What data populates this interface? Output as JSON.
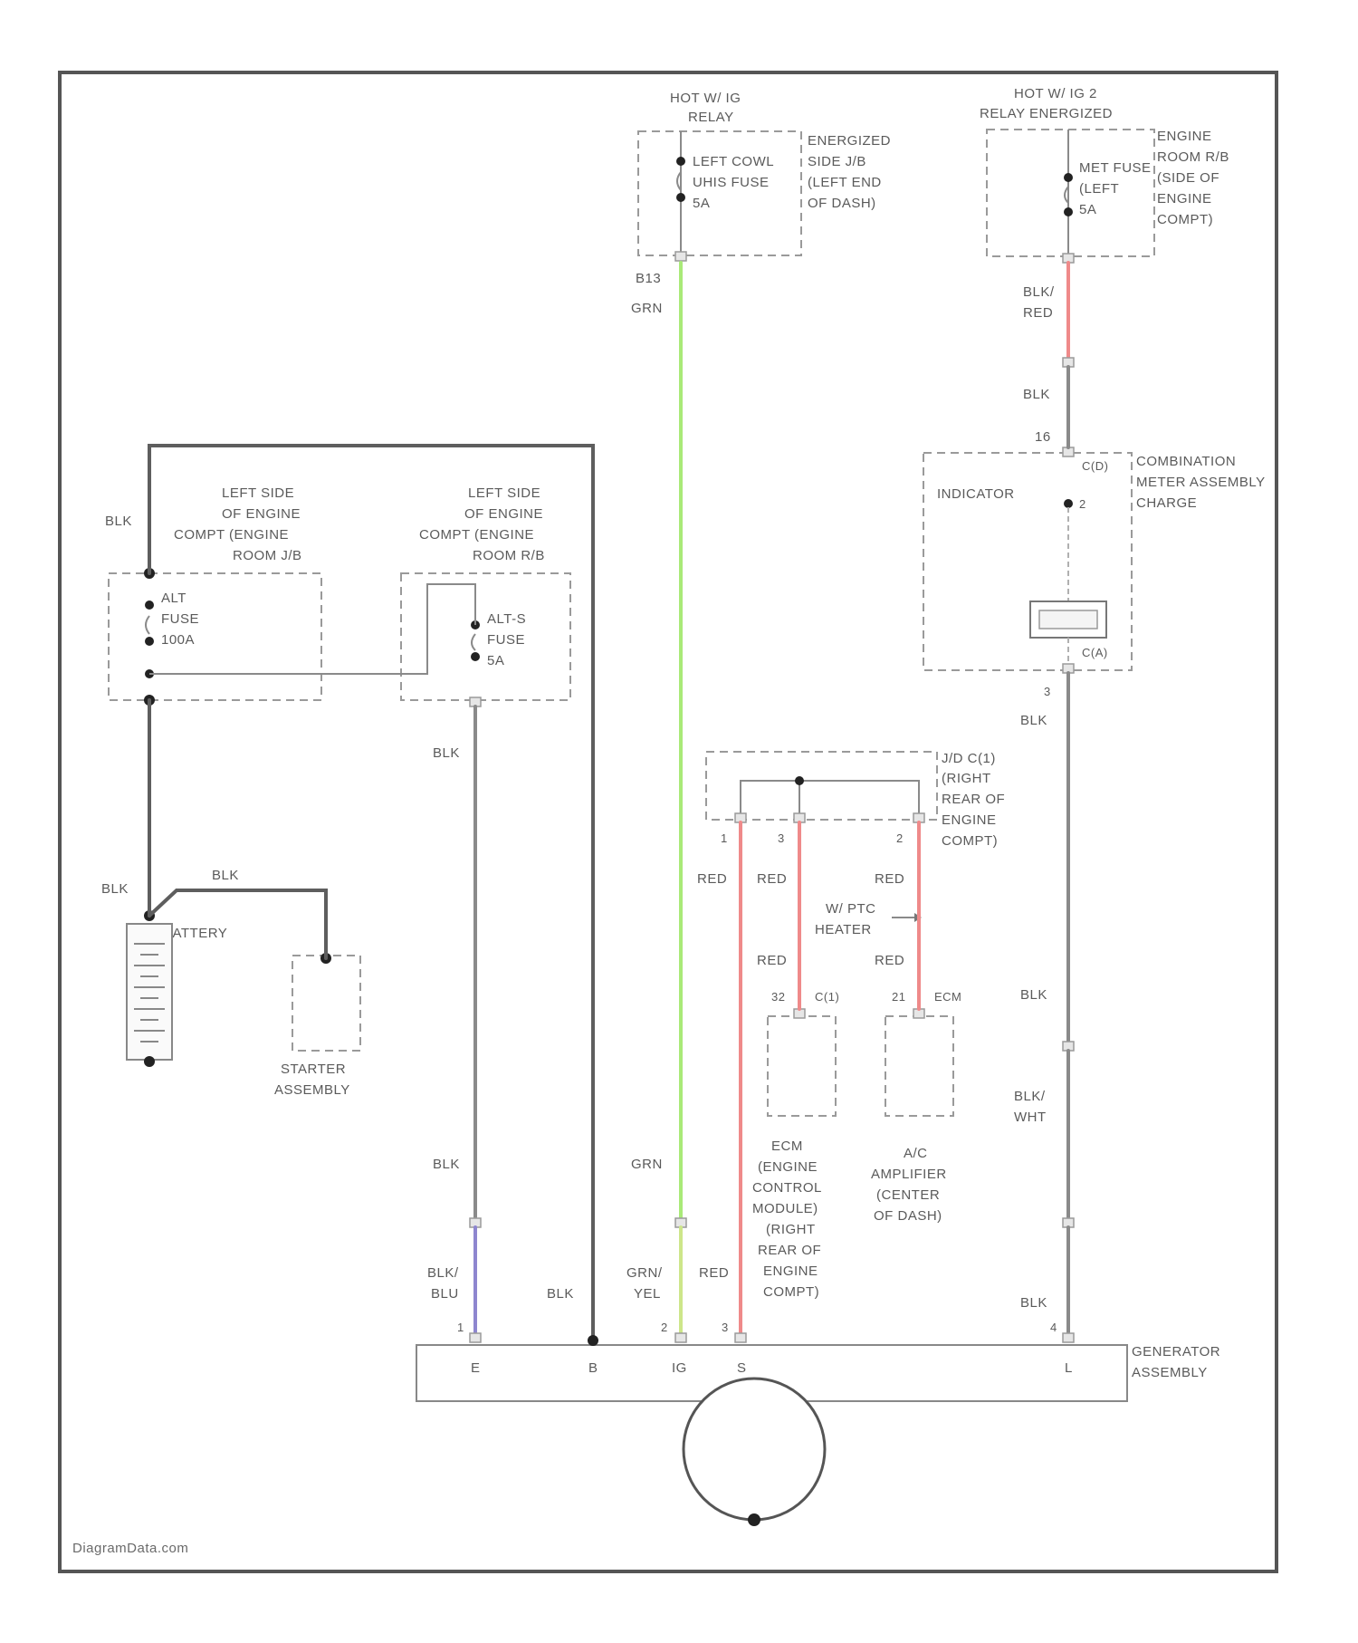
{
  "colors": {
    "frame": "#555555",
    "wire_black": "#8a8a8a",
    "wire_green": "#a9ea78",
    "wire_red": "#ef8a8a",
    "wire_blue": "#8e86cf",
    "dashed_box": "#9a9a9a"
  },
  "labels": {
    "hot_ig": "HOT W/ IG",
    "relay": "RELAY",
    "energized": "ENERGIZED",
    "side_jb": "SIDE J/B",
    "left_end": "(LEFT END",
    "of_dash": "OF DASH)",
    "left_cowl": "LEFT COWL",
    "uhis_fuse": "UHIS FUSE",
    "fuse_5a_1": "5A",
    "pin_b13": "B13",
    "grn_top": "GRN",
    "hot_ig2": "HOT W/ IG 2",
    "relay_energized": "RELAY ENERGIZED",
    "engine": "ENGINE",
    "room_rb": "ROOM R/B",
    "side_of": "(SIDE OF",
    "engine2": "ENGINE",
    "compt": "COMPT)",
    "met_fuse": "MET FUSE",
    "left2": "(LEFT",
    "fuse_5a_2": "5A",
    "blk_red": "BLK/",
    "red": "RED",
    "blk_mid_right": "BLK",
    "pin_16": "16",
    "c_connector": "C(D)",
    "combination": "COMBINATION",
    "meter_assembly": "METER ASSEMBLY",
    "charge": "CHARGE",
    "indicator": "INDICATOR",
    "pin_2": "2",
    "pin_3": "3",
    "c_connector2": "C(A)",
    "blk_under_meter": "BLK",
    "left_side_1": "LEFT SIDE",
    "of_engine_1": "OF ENGINE",
    "compt_engine_1": "COMPT (ENGINE",
    "room_jb": "ROOM J/B",
    "alt_fuse": "ALT",
    "fuse_word": "FUSE",
    "alt_100a": "100A",
    "left_side_2": "LEFT SIDE",
    "of_engine_2": "OF ENGINE",
    "compt_engine_2": "COMPT (ENGINE",
    "room_rb2": "ROOM R/B",
    "alt_s": "ALT-S",
    "fuse_word2": "FUSE",
    "fuse_5a_3": "5A",
    "blk_top_left": "BLK",
    "blk_altS": "BLK",
    "j_connector": "J/D C(1)",
    "right": "(RIGHT",
    "rear_of": "REAR OF",
    "engine_j": "ENGINE",
    "compt_j": "COMPT)",
    "pin_1": "1",
    "pin_3b": "3",
    "pin_2b": "2",
    "red1": "RED",
    "red2": "RED",
    "red3": "RED",
    "ptc_1": "W/ PTC",
    "ptc_2": "HEATER",
    "red4": "RED",
    "red5": "RED",
    "pin_32": "32",
    "ecm_c": "C(1)",
    "pin_21": "21",
    "ecm_c2": "ECM",
    "ecm_1": "ECM",
    "ecm_2": "(ENGINE",
    "ecm_3": "CONTROL",
    "ecm_4": "MODULE)",
    "ecm_5": "(RIGHT",
    "ecm_6": "REAR OF",
    "ecm_7": "ENGINE",
    "ecm_8": "COMPT)",
    "ac_1": "A/C",
    "ac_2": "AMPLIFIER",
    "ac_3": "(CENTER",
    "ac_4": "OF DASH)",
    "blk_battery_left": "BLK",
    "blk_battery_top": "BLK",
    "battery": "BATTERY",
    "starter_1": "STARTER",
    "starter_2": "ASSEMBLY",
    "blk_lower_left": "BLK",
    "blk_blu_1": "BLK/",
    "blk_blu_2": "BLU",
    "blk_b": "BLK",
    "grn_lower": "GRN",
    "grn_yel_1": "GRN/",
    "grn_yel_2": "YEL",
    "red_lower": "RED",
    "blk_right_lower": "BLK",
    "blk_wht_1": "BLK/",
    "blk_wht_2": "WHT",
    "blk_right_bottom": "BLK",
    "pin_e_num": "1",
    "pin_ig_num": "2",
    "pin_s_num": "3",
    "pin_l_num": "4",
    "term_e": "E",
    "term_b": "B",
    "term_ig": "IG",
    "term_s": "S",
    "term_l": "L",
    "generator_1": "GENERATOR",
    "generator_2": "ASSEMBLY",
    "footer": "DiagramData.com"
  }
}
